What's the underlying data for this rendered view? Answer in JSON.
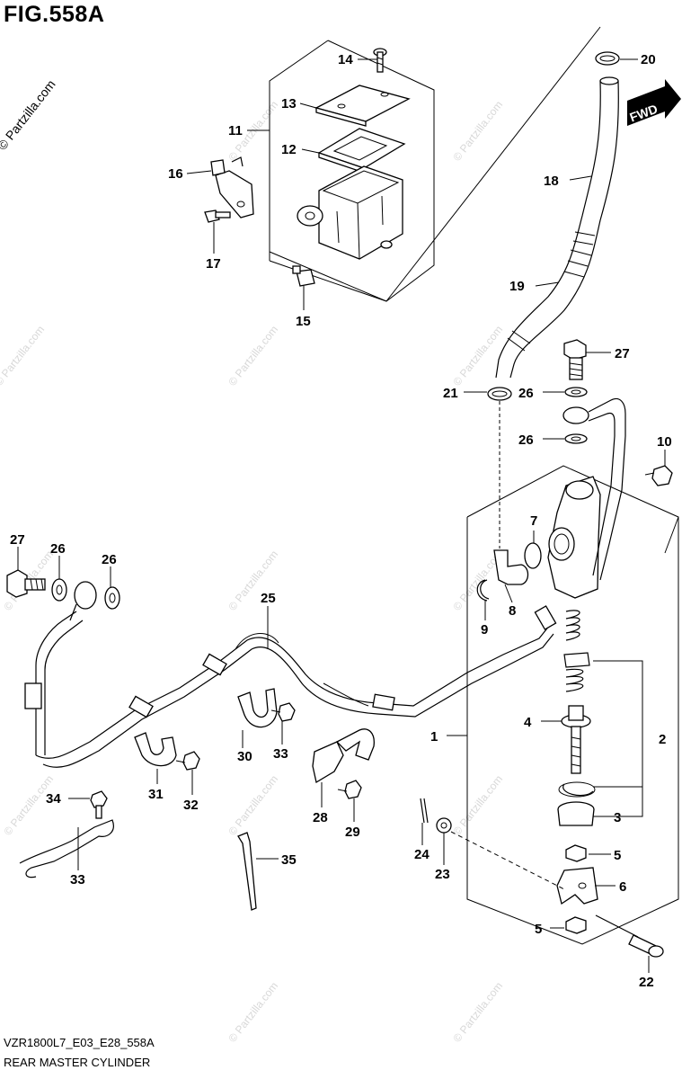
{
  "figure": {
    "title": "FIG.558A",
    "model_code": "VZR1800L7_E03_E28_558A",
    "name": "REAR MASTER CYLINDER",
    "copyright": "© Partzilla.com",
    "watermark": "© Partzilla.com",
    "fwd_label": "FWD"
  },
  "callouts": [
    {
      "id": "c14",
      "label": "14"
    },
    {
      "id": "c13",
      "label": "13"
    },
    {
      "id": "c11",
      "label": "11"
    },
    {
      "id": "c12",
      "label": "12"
    },
    {
      "id": "c16",
      "label": "16"
    },
    {
      "id": "c17",
      "label": "17"
    },
    {
      "id": "c15",
      "label": "15"
    },
    {
      "id": "c20",
      "label": "20"
    },
    {
      "id": "c18",
      "label": "18"
    },
    {
      "id": "c19",
      "label": "19"
    },
    {
      "id": "c27a",
      "label": "27"
    },
    {
      "id": "c21",
      "label": "21"
    },
    {
      "id": "c26a",
      "label": "26"
    },
    {
      "id": "c26b",
      "label": "26"
    },
    {
      "id": "c10",
      "label": "10"
    },
    {
      "id": "c27b",
      "label": "27"
    },
    {
      "id": "c26c",
      "label": "26"
    },
    {
      "id": "c26d",
      "label": "26"
    },
    {
      "id": "c7",
      "label": "7"
    },
    {
      "id": "c9",
      "label": "9"
    },
    {
      "id": "c8",
      "label": "8"
    },
    {
      "id": "c25",
      "label": "25"
    },
    {
      "id": "c1",
      "label": "1"
    },
    {
      "id": "c4",
      "label": "4"
    },
    {
      "id": "c2",
      "label": "2"
    },
    {
      "id": "c30",
      "label": "30"
    },
    {
      "id": "c33a",
      "label": "33"
    },
    {
      "id": "c31",
      "label": "31"
    },
    {
      "id": "c32",
      "label": "32"
    },
    {
      "id": "c28",
      "label": "28"
    },
    {
      "id": "c29",
      "label": "29"
    },
    {
      "id": "c3",
      "label": "3"
    },
    {
      "id": "c34",
      "label": "34"
    },
    {
      "id": "c24",
      "label": "24"
    },
    {
      "id": "c5a",
      "label": "5"
    },
    {
      "id": "c35",
      "label": "35"
    },
    {
      "id": "c33b",
      "label": "33"
    },
    {
      "id": "c23",
      "label": "23"
    },
    {
      "id": "c6",
      "label": "6"
    },
    {
      "id": "c5b",
      "label": "5"
    },
    {
      "id": "c22",
      "label": "22"
    }
  ]
}
